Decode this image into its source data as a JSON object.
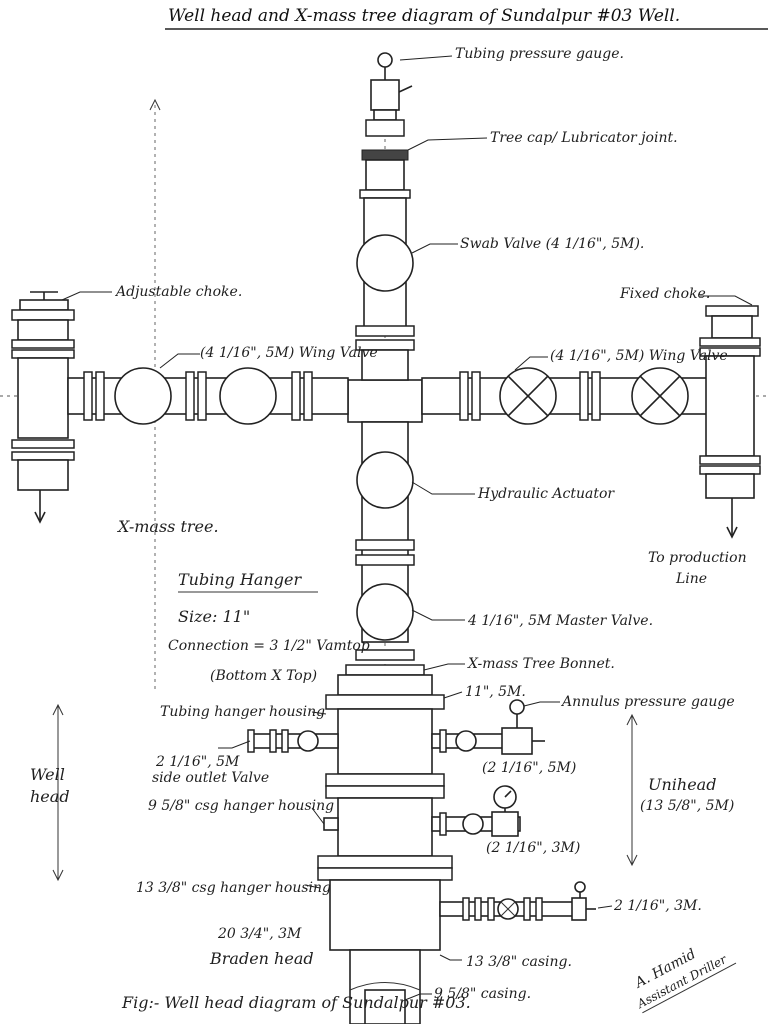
{
  "title": "Well head and X-mass tree diagram of Sundalpur #03 Well.",
  "labels": {
    "tubing_pressure_gauge": "Tubing pressure gauge.",
    "tree_cap": "Tree cap/ Lubricator joint.",
    "swab_valve": "Swab Valve (4 1/16\", 5M).",
    "adjustable_choke": "Adjustable choke.",
    "fixed_choke": "Fixed choke.",
    "wing_valve_left": "(4 1/16\", 5M) Wing Valve",
    "wing_valve_right": "(4 1/16\", 5M) Wing Valve",
    "hydraulic_actuator": "Hydraulic Actuator",
    "xmass_tree": "X-mass tree.",
    "to_production_line_1": "To production",
    "to_production_line_2": "Line",
    "tubing_hanger_heading": "Tubing Hanger",
    "tubing_hanger_size": "Size: 11\"",
    "tubing_hanger_connection": "Connection = 3 1/2\" Vamtop",
    "tubing_hanger_bottom_top": "(Bottom X Top)",
    "master_valve": "4 1/16\", 5M Master Valve.",
    "xmass_tree_bonnet": "X-mass Tree Bonnet.",
    "bonnet_rating": "11\", 5M.",
    "annulus_pressure_gauge": "Annulus pressure gauge",
    "tubing_hanger_housing": "Tubing hanger housing",
    "side_outlet_valve_1": "2 1/16\", 5M",
    "side_outlet_valve_2": "side outlet Valve",
    "right_outlet_upper": "(2 1/16\", 5M)",
    "well_head_1": "Well",
    "well_head_2": "head",
    "unihead_1": "Unihead",
    "unihead_2": "(13 5/8\", 5M)",
    "csg_hanger_9": "9 5/8\" csg hanger housing",
    "right_outlet_lower": "(2 1/16\", 3M)",
    "csg_hanger_13": "13 3/8\" csg hanger housing",
    "outlet_bottom": "2 1/16\", 3M.",
    "braden_rating": "20 3/4\", 3M",
    "braden_head": "Braden head",
    "casing_13": "13 3/8\" casing.",
    "casing_9": "9 5/8\" casing.",
    "fig_caption": "Fig:- Well head diagram of Sundalpur #03."
  },
  "signature": {
    "name": "A. Hamid",
    "designation": "Assistant Driller"
  },
  "colors": {
    "ink": "#222222",
    "paper": "#ffffff"
  }
}
